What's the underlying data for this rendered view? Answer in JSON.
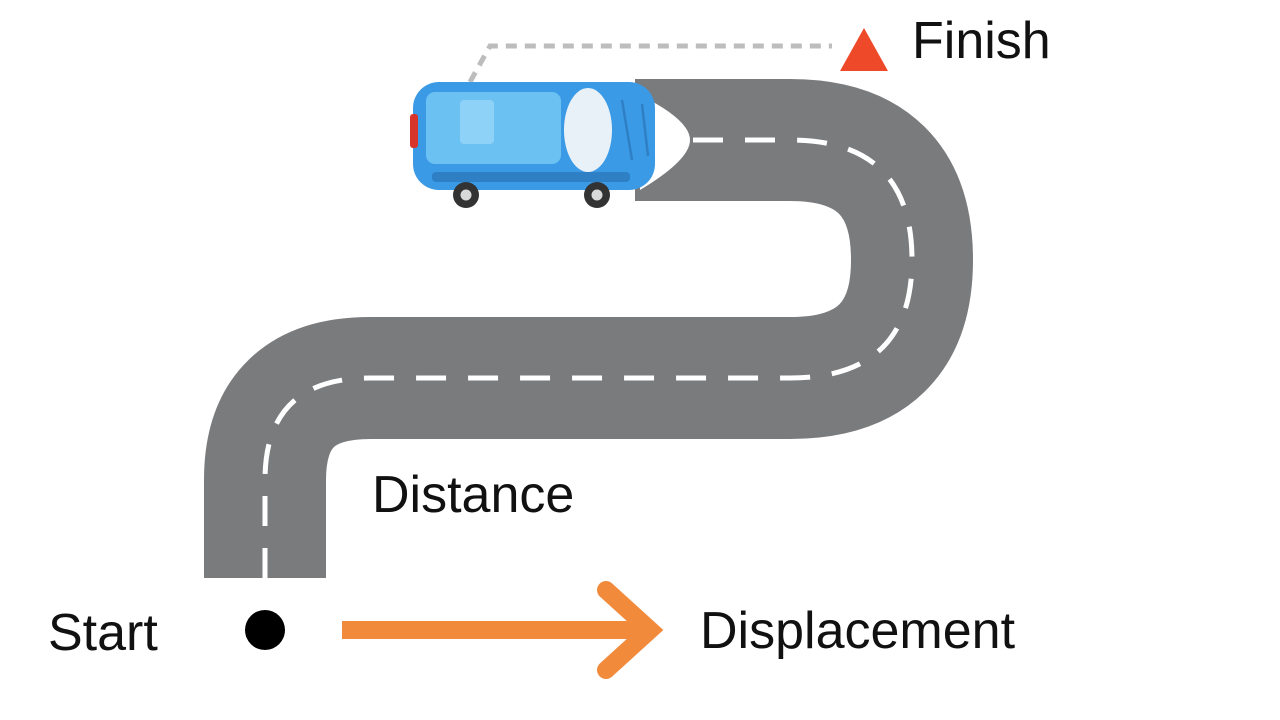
{
  "labels": {
    "start": "Start",
    "finish": "Finish",
    "distance": "Distance",
    "displacement": "Displacement"
  },
  "colors": {
    "background": "#ffffff",
    "road": "#7a7b7d",
    "lane_marking": "#ffffff",
    "finish_marker": "#ee4a2a",
    "displacement_arrow": "#f28a3c",
    "start_dot": "#000000",
    "dashed_guide": "#bdbdbd",
    "car_body": "#3b9ae6",
    "car_window": "#e9f1f8",
    "text": "#111111"
  },
  "icons": {
    "vehicle": "car-icon",
    "finish_marker": "triangle-marker",
    "start_marker": "dot-marker",
    "displacement": "right-arrow"
  }
}
